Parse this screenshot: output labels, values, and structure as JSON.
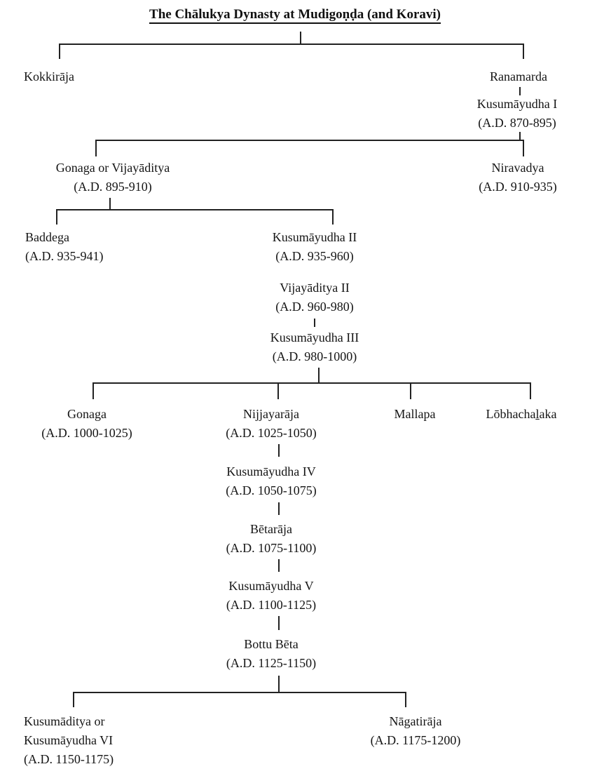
{
  "title": "The Chālukya Dynasty at Mudigoṇḍa (and Koravi)",
  "nodes": {
    "kokkiraja": {
      "name": "Kokkirāja"
    },
    "ranamarda": {
      "name": "Ranamarda"
    },
    "kusumayudha1": {
      "name": "Kusumāyudha I",
      "dates": "(A.D. 870-895)"
    },
    "gonaga_vijayaditya": {
      "name": "Gonaga or Vijayāditya",
      "dates": "(A.D. 895-910)"
    },
    "niravadya": {
      "name": "Niravadya",
      "dates": "(A.D. 910-935)"
    },
    "baddega": {
      "name": "Baddega",
      "dates": "(A.D. 935-941)"
    },
    "kusumayudha2": {
      "name": "Kusumāyudha II",
      "dates": "(A.D. 935-960)"
    },
    "vijayaditya2": {
      "name": "Vijayāditya II",
      "dates": "(A.D. 960-980)"
    },
    "kusumayudha3": {
      "name": "Kusumāyudha III",
      "dates": "(A.D. 980-1000)"
    },
    "gonaga": {
      "name": "Gonaga",
      "dates": "(A.D. 1000-1025)"
    },
    "nijjayaraja": {
      "name": "Nijjayarāja",
      "dates": "(A.D. 1025-1050)"
    },
    "mallapa": {
      "name": "Mallapa"
    },
    "lobhachalaka": {
      "name": "Lōbhachaḻaka"
    },
    "kusumayudha4": {
      "name": "Kusumāyudha IV",
      "dates": "(A.D. 1050-1075)"
    },
    "betaraja": {
      "name": "Bētarāja",
      "dates": "(A.D. 1075-1100)"
    },
    "kusumayudha5": {
      "name": "Kusumāyudha V",
      "dates": "(A.D. 1100-1125)"
    },
    "bottubeta": {
      "name": "Bottu Bēta",
      "dates": "(A.D. 1125-1150)"
    },
    "kusumaditya": {
      "name": "Kusumāditya or",
      "name2": "Kusumāyudha VI",
      "dates": "(A.D. 1150-1175)"
    },
    "nagatiraja": {
      "name": "Nāgatirāja",
      "dates": "(A.D. 1175-1200)"
    }
  }
}
